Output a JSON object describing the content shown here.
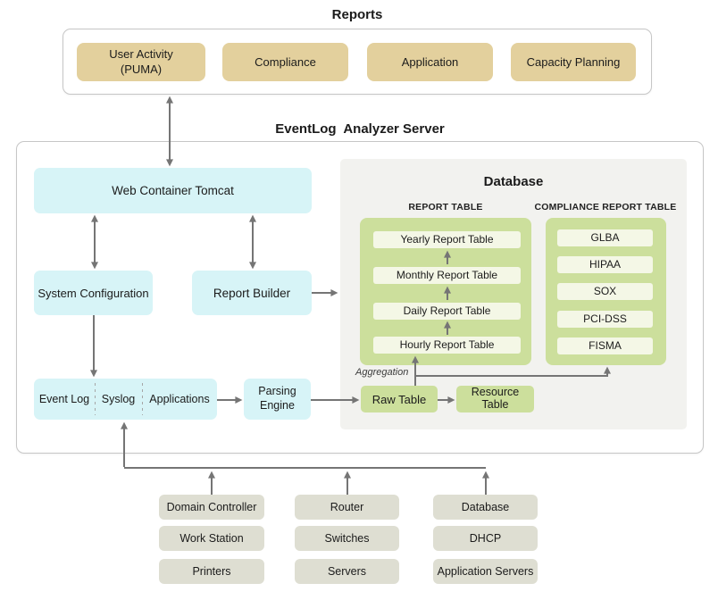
{
  "colors": {
    "tan": "#e3d09d",
    "cyan": "#d7f4f7",
    "green_panel": "#ccdf9c",
    "green_item_bg": "#f4f7e6",
    "database_bg": "#f2f2ef",
    "source_box": "#deded2",
    "arrow": "#757575"
  },
  "reports": {
    "title": "Reports",
    "items": [
      "User Activity\n(PUMA)",
      "Compliance",
      "Application",
      "Capacity Planning"
    ]
  },
  "server": {
    "title": "EventLog  Analyzer Server",
    "web_container": "Web Container Tomcat",
    "system_configuration": "System Configuration",
    "report_builder": "Report Builder",
    "log_inputs": [
      "Event Log",
      "Syslog",
      "Applications"
    ],
    "parsing_engine": "Parsing\nEngine"
  },
  "database": {
    "title": "Database",
    "report_table": {
      "label": "REPORT TABLE",
      "items": [
        "Yearly Report Table",
        "Monthly Report Table",
        "Daily Report Table",
        "Hourly Report Table"
      ]
    },
    "compliance_table": {
      "label": "COMPLIANCE REPORT TABLE",
      "items": [
        "GLBA",
        "HIPAA",
        "SOX",
        "PCI-DSS",
        "FISMA"
      ]
    },
    "aggregation_label": "Aggregation",
    "raw_table": "Raw Table",
    "resource_table": "Resource\nTable"
  },
  "sources": {
    "columns": [
      {
        "items": [
          "Domain Controller",
          "Work Station",
          "Printers"
        ]
      },
      {
        "items": [
          "Router",
          "Switches",
          "Servers"
        ]
      },
      {
        "items": [
          "Database",
          "DHCP",
          "Application Servers"
        ]
      }
    ]
  }
}
